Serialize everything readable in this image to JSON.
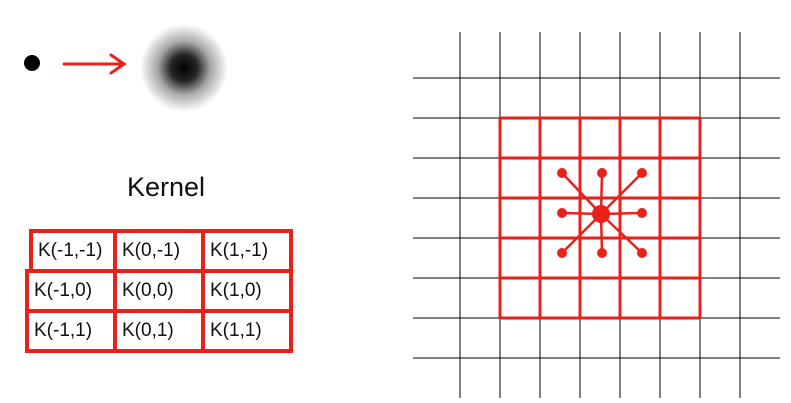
{
  "colors": {
    "accent": "#e8211b",
    "grid": "#000000",
    "point": "#000000"
  },
  "icons": {
    "point": "point-icon",
    "arrow": "arrow-icon",
    "blur": "gaussian-blur-icon"
  },
  "kernel": {
    "title": "Kernel",
    "cells": [
      [
        "K(-1,-1)",
        "K(0,-1)",
        "K(1,-1)"
      ],
      [
        "K(-1,0)",
        "K(0,0)",
        "K(1,0)"
      ],
      [
        "K(-1,1)",
        "K(0,1)",
        "K(1,1)"
      ]
    ]
  }
}
